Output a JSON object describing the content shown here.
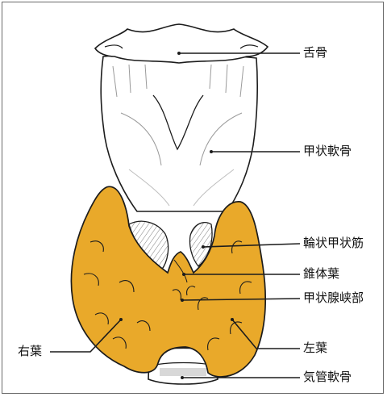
{
  "diagram": {
    "labels": {
      "hyoid": "舌骨",
      "thyroid_cartilage": "甲状軟骨",
      "cricothyroid": "輪状甲状筋",
      "pyramidal_lobe": "錐体葉",
      "isthmus": "甲状腺峡部",
      "right_lobe": "右葉",
      "left_lobe": "左葉",
      "tracheal_cartilage": "気管軟骨"
    },
    "colors": {
      "gland": "#e9a92a",
      "outline": "#1c1c1c",
      "cartilage": "#ffffff",
      "shade": "#b9b9b9"
    }
  }
}
